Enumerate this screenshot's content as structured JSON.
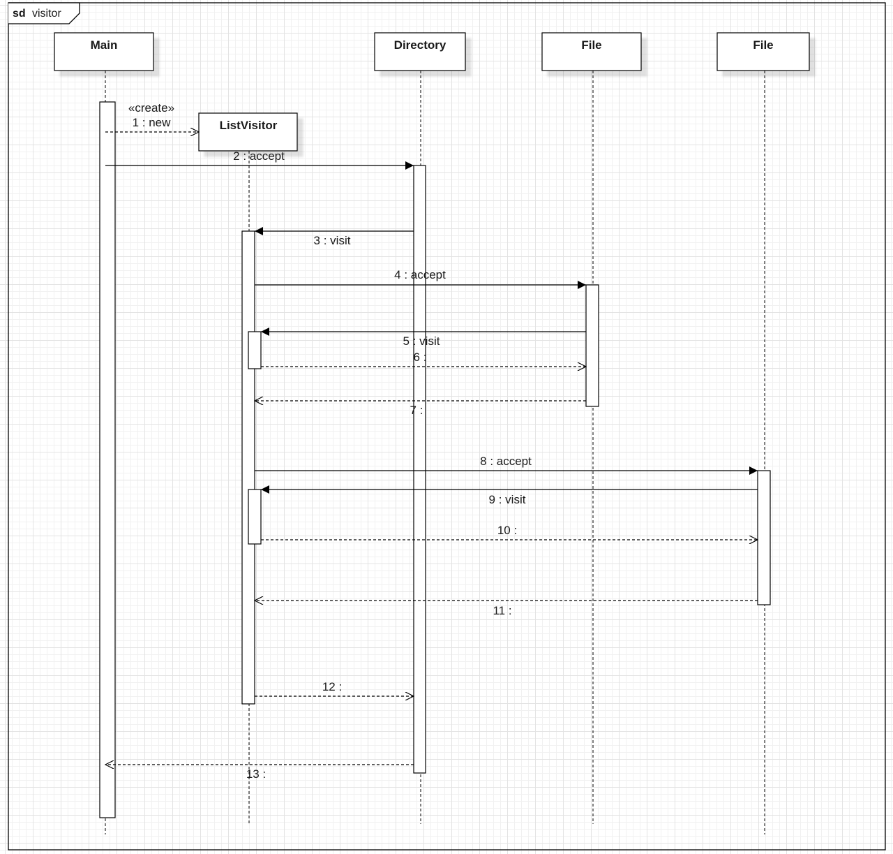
{
  "frame": {
    "keyword": "sd",
    "name": "visitor"
  },
  "lifelines": [
    {
      "label": "Main"
    },
    {
      "label": "ListVisitor"
    },
    {
      "label": "Directory"
    },
    {
      "label": "File"
    },
    {
      "label": "File"
    }
  ],
  "messages": [
    {
      "label": "1 : new",
      "stereotype": "«create»",
      "kind": "create"
    },
    {
      "label": "2 : accept",
      "kind": "sync"
    },
    {
      "label": "3 : visit",
      "kind": "sync"
    },
    {
      "label": "4 : accept",
      "kind": "sync"
    },
    {
      "label": "5 : visit",
      "kind": "sync"
    },
    {
      "label": "6 :",
      "kind": "reply"
    },
    {
      "label": "7 :",
      "kind": "reply"
    },
    {
      "label": "8 : accept",
      "kind": "sync"
    },
    {
      "label": "9 : visit",
      "kind": "sync"
    },
    {
      "label": "10 :",
      "kind": "reply"
    },
    {
      "label": "11 :",
      "kind": "reply"
    },
    {
      "label": "12 :",
      "kind": "reply"
    },
    {
      "label": "13 :",
      "kind": "reply"
    }
  ]
}
